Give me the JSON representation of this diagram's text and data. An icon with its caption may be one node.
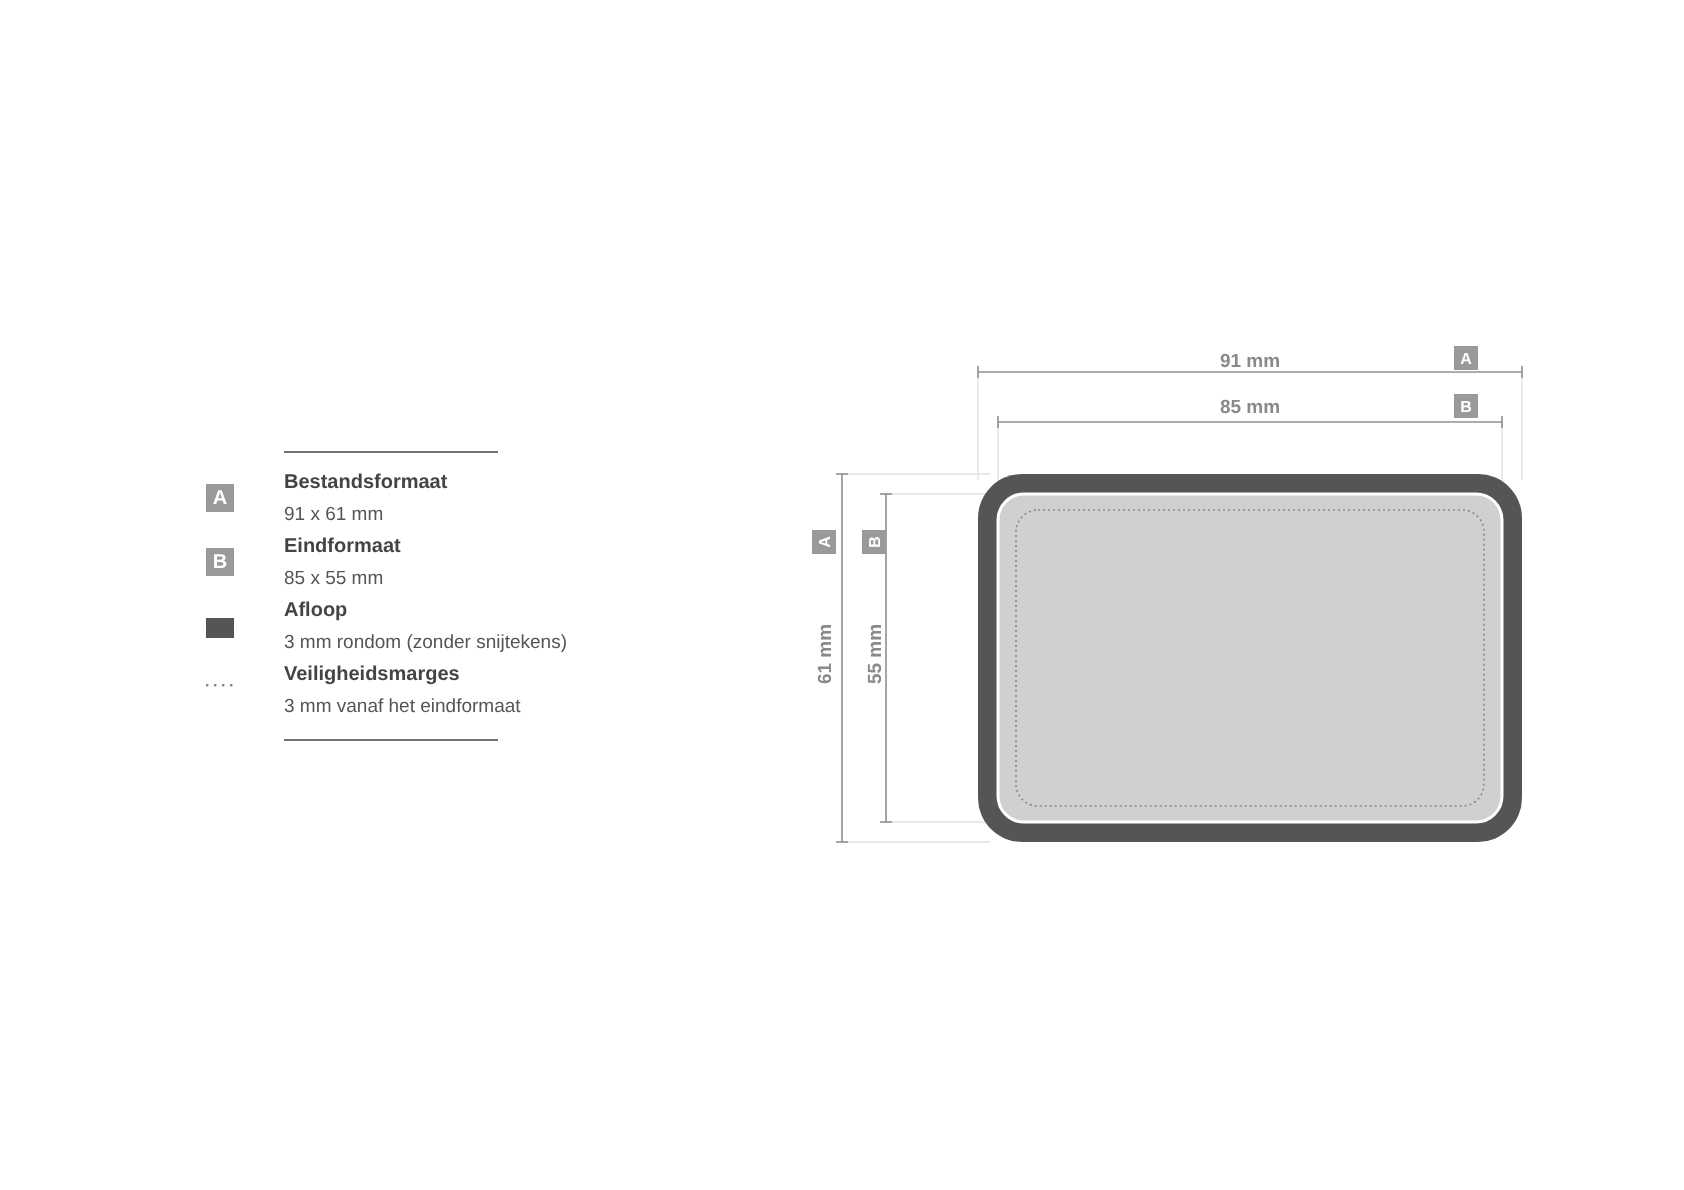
{
  "diagram": {
    "labels": [
      "A",
      "91 x 61 mm",
      "B",
      "85 x 55 mm",
      "3 mm rondom (zonder snijtekens)",
      "3 mm vanaf het eindformaat",
      "91 mm",
      "A",
      "85 mm",
      "B",
      "A",
      "B",
      "61 mm",
      "55 mm"
    ],
    "legend": [
      {
        "text": "Bestandsformaat"
      },
      {
        "text": "Eindformaat"
      },
      {
        "text": "Afloop",
        "color": "#555555"
      },
      {
        "text": "Veiligheidsmarges"
      }
    ]
  }
}
